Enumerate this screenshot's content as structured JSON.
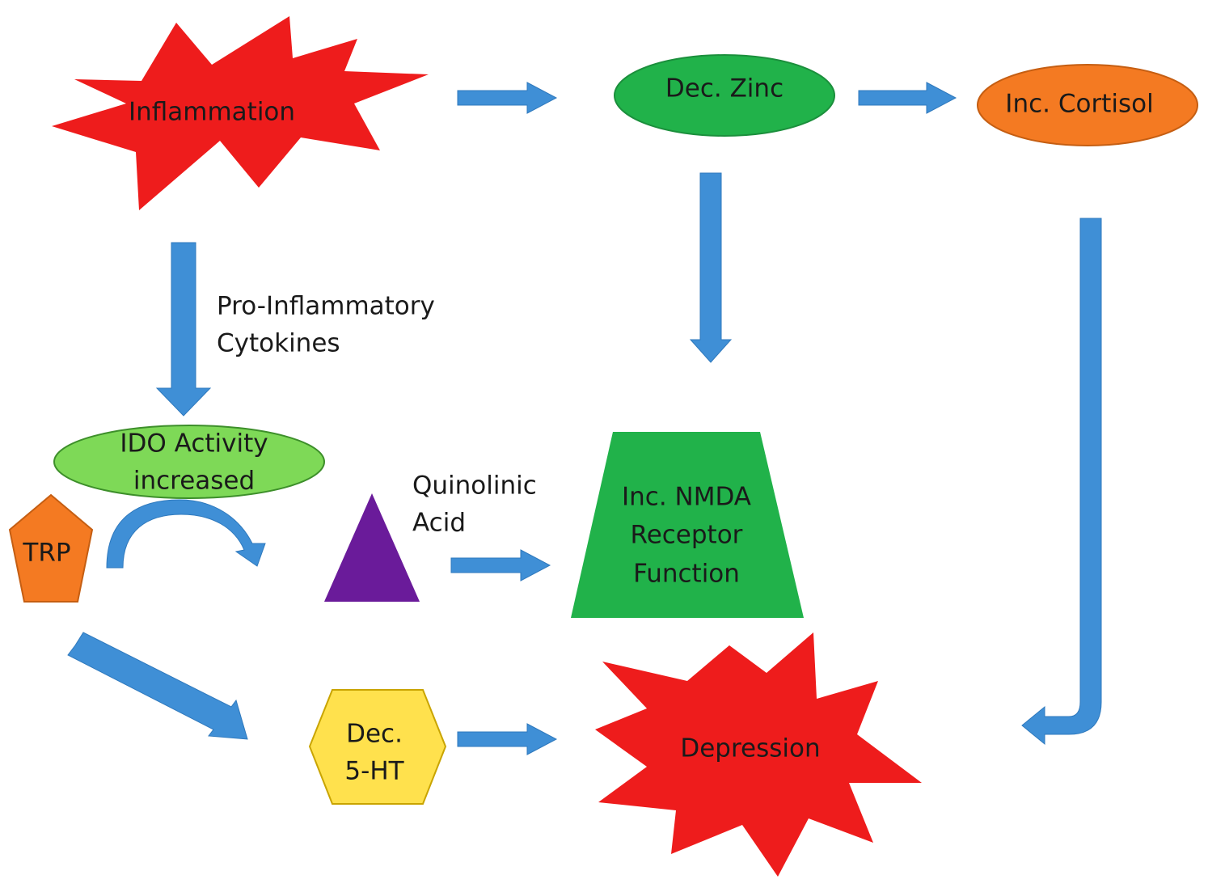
{
  "nodes": {
    "inflammation": {
      "label": "Inflammation",
      "color": "#ee1c1c"
    },
    "dec_zinc": {
      "label": "Dec. Zinc",
      "color": "#21b24a"
    },
    "inc_cortisol": {
      "label": "Inc. Cortisol",
      "color": "#f47a22"
    },
    "ido_activity": {
      "line1": "IDO Activity",
      "line2": "increased",
      "color": "#7ed957"
    },
    "trp": {
      "label": "TRP",
      "color": "#f47a22"
    },
    "quinolinic_acid": {
      "line1": "Quinolinic",
      "line2": "Acid",
      "color": "#6a1b9a"
    },
    "nmda": {
      "line1": "Inc. NMDA",
      "line2": "Receptor",
      "line3": "Function",
      "color": "#21b24a"
    },
    "dec_5ht": {
      "line1": "Dec.",
      "line2": "5-HT",
      "color": "#ffe14d"
    },
    "depression": {
      "label": "Depression",
      "color": "#ee1c1c"
    }
  },
  "edge_labels": {
    "cytokines_line1": "Pro-Inflammatory",
    "cytokines_line2": "Cytokines"
  },
  "colors": {
    "arrow": "#3f8fd6",
    "arrow_stroke": "#2f79bd"
  }
}
